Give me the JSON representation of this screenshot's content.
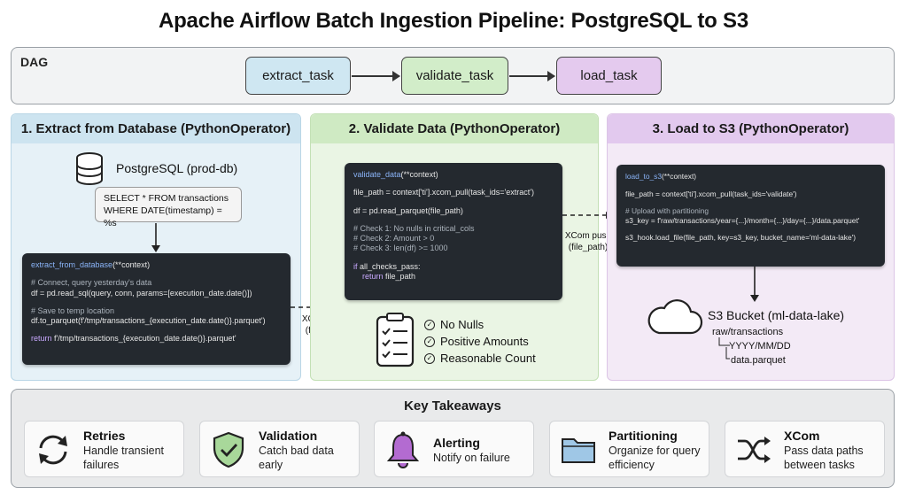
{
  "title": "Apache Airflow Batch Ingestion Pipeline: PostgreSQL to S3",
  "dag": {
    "label": "DAG",
    "tasks": [
      "extract_task",
      "validate_task",
      "load_task"
    ]
  },
  "stage1": {
    "header": "1. Extract from Database (PythonOperator)",
    "db_name": "PostgreSQL (prod-db)",
    "sql_line1": "SELECT * FROM transactions",
    "sql_line2": "WHERE DATE(timestamp) = %s",
    "code": {
      "fn": "extract_from_database",
      "sig": "(**context)",
      "c1": "# Connect, query yesterday's data",
      "l1": "df = pd.read_sql(query, conn, params=[execution_date.date()])",
      "c2": "# Save to temp location",
      "l2": "df.to_parquet(f'/tmp/transactions_{execution_date.date()}.parquet')",
      "kw": "return",
      "l3": " f'/tmp/transactions_{execution_date.date()}.parquet'"
    }
  },
  "xcom1": {
    "line1": "XCom push",
    "line2": "(file_path)"
  },
  "stage2": {
    "header": "2. Validate Data (PythonOperator)",
    "code": {
      "fn": "validate_data",
      "sig": "(**context)",
      "l1": "file_path = context['ti'].xcom_pull(task_ids='extract')",
      "l2": "df = pd.read_parquet(file_path)",
      "c1": "# Check 1: No nulls in critical_cols",
      "c2": "# Check 2: Amount > 0",
      "c3": "# Check 3: len(df) >= 1000",
      "kw1": "if",
      "l3": " all_checks_pass:",
      "kw2": "    return",
      "l4": " file_path"
    },
    "checks": [
      "No Nulls",
      "Positive Amounts",
      "Reasonable Count"
    ]
  },
  "xcom2": {
    "line1": "XCom push",
    "line2": "(file_path)"
  },
  "stage3": {
    "header": "3. Load to S3 (PythonOperator)",
    "code": {
      "fn": "load_to_s3",
      "sig": "(**context)",
      "l1": "file_path = context['ti'].xcom_pull(task_ids='validate')",
      "c1": "# Upload with partitioning",
      "l2": "s3_key = f'raw/transactions/year={...}/month={...}/day={...}/data.parquet'",
      "l3": "s3_hook.load_file(file_path, key=s3_key, bucket_name='ml-data-lake')"
    },
    "bucket": "S3 Bucket (ml-data-lake)",
    "tree": [
      "raw/transactions",
      "YYYY/MM/DD",
      "data.parquet"
    ]
  },
  "takeaways": {
    "title": "Key Takeaways",
    "items": [
      {
        "title": "Retries",
        "desc": "Handle transient failures",
        "icon": "retry-icon"
      },
      {
        "title": "Validation",
        "desc": "Catch bad data early",
        "icon": "shield-check-icon"
      },
      {
        "title": "Alerting",
        "desc": "Notify on failure",
        "icon": "bell-icon"
      },
      {
        "title": "Partitioning",
        "desc": "Organize for query efficiency",
        "icon": "folder-icon"
      },
      {
        "title": "XCom",
        "desc": "Pass data paths between tasks",
        "icon": "shuffle-icon"
      }
    ]
  },
  "colors": {
    "extract": "#cfe7f2",
    "validate": "#d2edc9",
    "load": "#e4caee",
    "code_bg": "#24292f",
    "alert_purple": "#b36bd1",
    "shield_green": "#a8d89a",
    "folder_blue": "#9fc7e6"
  }
}
